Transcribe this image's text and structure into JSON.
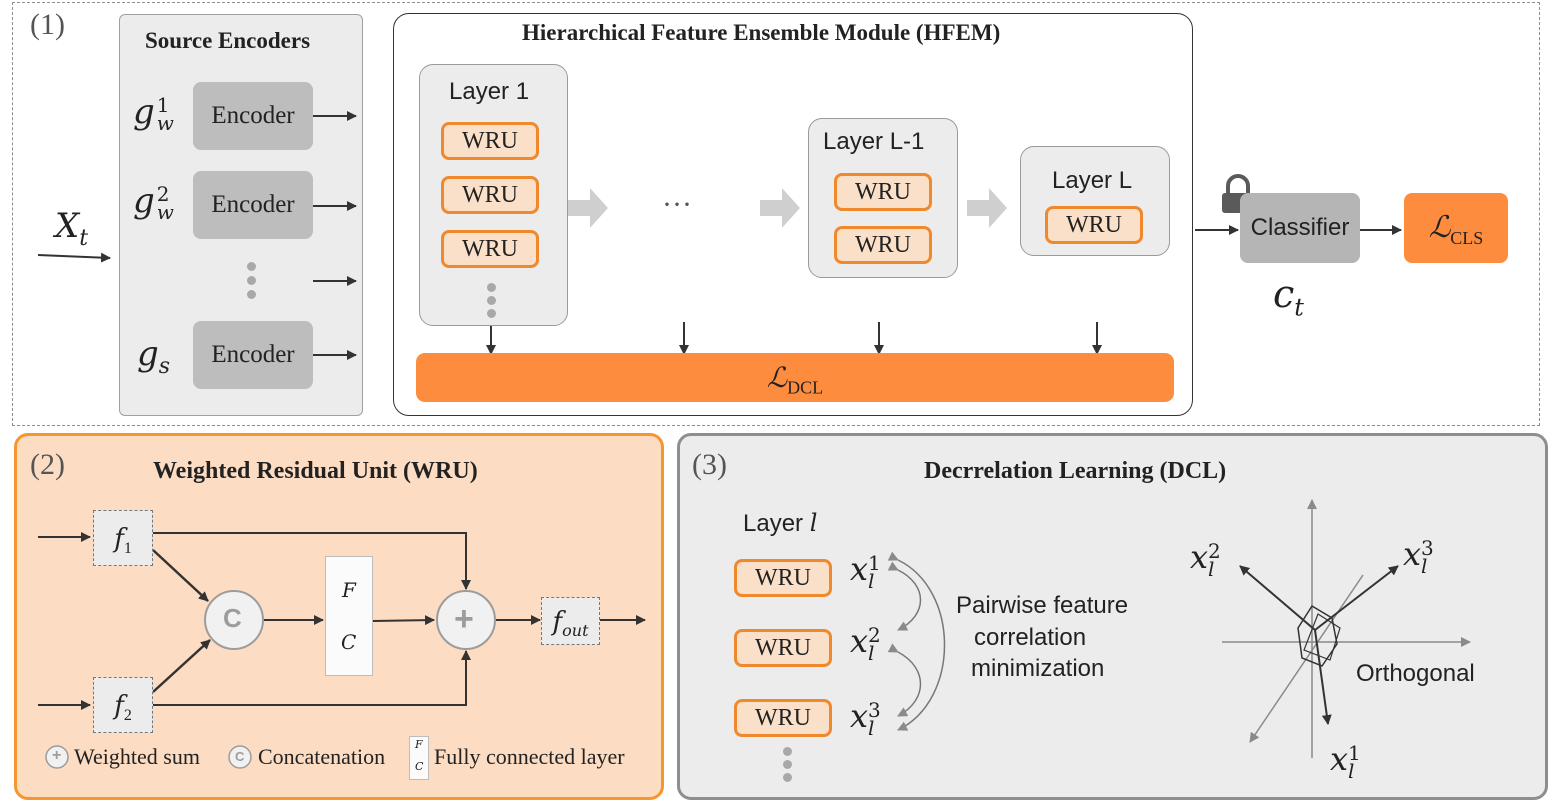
{
  "panel1": {
    "number": "(1)",
    "source_encoders_title": "Source Encoders",
    "input_label": "X",
    "input_sub": "t",
    "encoders": [
      {
        "var": "g",
        "sub": "w",
        "sup": "1",
        "label": "Encoder"
      },
      {
        "var": "g",
        "sub": "w",
        "sup": "2",
        "label": "Encoder"
      },
      {
        "var": "g",
        "sub": "s",
        "sup": "",
        "label": "Encoder"
      }
    ],
    "hfem_title": "Hierarchical Feature Ensemble Module (HFEM)",
    "layers": [
      {
        "label": "Layer 1",
        "wru": [
          "WRU",
          "WRU",
          "WRU"
        ]
      },
      {
        "label": "Layer L-1",
        "wru": [
          "WRU",
          "WRU"
        ]
      },
      {
        "label": "Layer L",
        "wru": [
          "WRU"
        ]
      }
    ],
    "ellipsis": "···",
    "dcl_loss": "ℒ",
    "dcl_loss_sub": "DCL",
    "classifier": "Classifier",
    "classifier_var": "c",
    "classifier_sub": "t",
    "cls_loss": "ℒ",
    "cls_loss_sub": "CLS"
  },
  "panel2": {
    "number": "(2)",
    "title": "Weighted Residual Unit (WRU)",
    "f1": "f",
    "f1_sub": "1",
    "f2": "f",
    "f2_sub": "2",
    "fout": "f",
    "fout_sub": "out",
    "concat_symbol": "C",
    "sum_symbol": "+",
    "fc_top": "F",
    "fc_bottom": "C",
    "legend": {
      "sum": "Weighted sum",
      "concat": "Concatenation",
      "fc": "Fully connected layer"
    }
  },
  "panel3": {
    "number": "(3)",
    "title": "Decrrelation Learning (DCL)",
    "layer_label": "Layer",
    "layer_var": "l",
    "wru": [
      "WRU",
      "WRU",
      "WRU"
    ],
    "x_var": "x",
    "x_sub": "l",
    "x_sups": [
      "1",
      "2",
      "3"
    ],
    "pairwise": [
      "Pairwise feature",
      "correlation",
      "minimization"
    ],
    "orthogonal": "Orthogonal",
    "axis_sups": [
      "2",
      "3",
      "1"
    ]
  },
  "colors": {
    "orange": "#fd8c3f",
    "orange_border": "#f0892c",
    "orange_light": "#fbe0c9",
    "panel2_bg": "#fcdcc2",
    "gray_panel": "#ececec",
    "encoder_gray": "#bdbdbd"
  }
}
